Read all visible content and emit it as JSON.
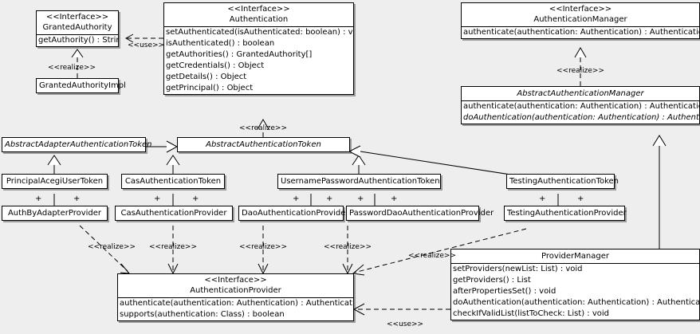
{
  "diagram": {
    "kind": "uml-class-diagram",
    "background": "#eeeeee",
    "stereotype_interface": "<<Interface>>",
    "edge_labels": {
      "use": "<<use>>",
      "realize": "<<realize>>"
    }
  },
  "classes": {
    "granted_authority": {
      "stereotype": "<<Interface>>",
      "name": "GrantedAuthority",
      "members": [
        "getAuthority() : String"
      ]
    },
    "granted_authority_impl": {
      "name": "GrantedAuthorityImpl",
      "members": []
    },
    "authentication": {
      "stereotype": "<<Interface>>",
      "name": "Authentication",
      "members": [
        "setAuthenticated(isAuthenticated: boolean) : void",
        "isAuthenticated() : boolean",
        "getAuthorities() : GrantedAuthority[]",
        "getCredentials() : Object",
        "getDetails() : Object",
        "getPrincipal() : Object"
      ]
    },
    "authentication_manager": {
      "stereotype": "<<Interface>>",
      "name": "AuthenticationManager",
      "members": [
        "authenticate(authentication: Authentication) : Authentication"
      ]
    },
    "abstract_authentication_manager": {
      "name": "AbstractAuthenticationManager",
      "abstract": true,
      "members": [
        "authenticate(authentication: Authentication) : Authentication",
        "doAuthentication(authentication: Authentication) : Authentication"
      ],
      "abstract_members": [
        false,
        true
      ]
    },
    "abstract_adapter_authentication_token": {
      "name": "AbstractAdapterAuthenticationToken",
      "abstract": true
    },
    "abstract_authentication_token": {
      "name": "AbstractAuthenticationToken",
      "abstract": true
    },
    "principal_acegi_user_token": {
      "name": "PrincipalAcegiUserToken"
    },
    "cas_authentication_token": {
      "name": "CasAuthenticationToken"
    },
    "username_password_authentication_token": {
      "name": "UsernamePasswordAuthenticationToken"
    },
    "testing_authentication_token": {
      "name": "TestingAuthenticationToken"
    },
    "auth_by_adapter_provider": {
      "name": "AuthByAdapterProvider"
    },
    "cas_authentication_provider": {
      "name": "CasAuthenticationProvider"
    },
    "dao_authentication_provider": {
      "name": "DaoAuthenticationProvider"
    },
    "password_dao_authentication_provider": {
      "name": "PasswordDaoAuthenticationProvider"
    },
    "testing_authentication_provider": {
      "name": "TestingAuthenticationProvider"
    },
    "authentication_provider": {
      "stereotype": "<<Interface>>",
      "name": "AuthenticationProvider",
      "members": [
        "authenticate(authentication: Authentication) : Authentication",
        "supports(authentication: Class) : boolean"
      ]
    },
    "provider_manager": {
      "name": "ProviderManager",
      "members": [
        "setProviders(newList: List) : void",
        "getProviders() : List",
        "afterPropertiesSet() : void",
        "doAuthentication(authentication: Authentication) : Authentication",
        "checkIfValidList(listToCheck: List) : void"
      ]
    }
  },
  "relations": [
    {
      "id": "use-auth-grantedauthority",
      "label": "<<use>>",
      "kind": "dependency"
    },
    {
      "id": "realize-grantedauthorityimpl",
      "label": "<<realize>>",
      "kind": "realization"
    },
    {
      "id": "realize-abstractauthtoken-authentication",
      "label": "<<realize>>",
      "kind": "realization"
    },
    {
      "id": "realize-abstractauthmanager",
      "label": "<<realize>>",
      "kind": "realization"
    },
    {
      "id": "realize-authbyadapterprovider",
      "label": "<<realize>>",
      "kind": "realization"
    },
    {
      "id": "realize-casauthenticationprovider",
      "label": "<<realize>>",
      "kind": "realization"
    },
    {
      "id": "realize-daoauthenticationprovider",
      "label": "<<realize>>",
      "kind": "realization"
    },
    {
      "id": "realize-passworddaoauthprovider",
      "label": "<<realize>>",
      "kind": "realization"
    },
    {
      "id": "realize-testingauthenticationprovider",
      "label": "<<realize>>",
      "kind": "realization"
    },
    {
      "id": "use-providermanager-authprovider",
      "label": "<<use>>",
      "kind": "dependency"
    }
  ],
  "association_marks": {
    "plus": "+",
    "pairs": [
      "principal_acegi_user_token-auth_by_adapter_provider",
      "cas_authentication_token-cas_authentication_provider",
      "username_password_authentication_token-dao_authentication_provider",
      "username_password_authentication_token-password_dao_authentication_provider",
      "testing_authentication_token-testing_authentication_provider"
    ]
  }
}
